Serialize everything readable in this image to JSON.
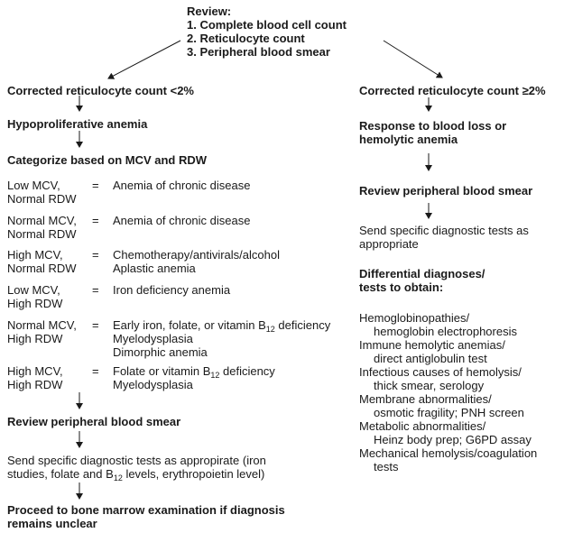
{
  "review": {
    "title": "Review:",
    "items": [
      "1. Complete blood cell count",
      "2. Reticulocyte count",
      "3. Peripheral blood smear"
    ]
  },
  "left": {
    "header": "Corrected reticulocyte count <2%",
    "step1": "Hypoproliferative anemia",
    "step2": "Categorize based on MCV and RDW",
    "categories": [
      {
        "term1": "Low MCV,",
        "term2": "Normal RDW",
        "eq": "=",
        "desc": [
          "Anemia of chronic disease"
        ]
      },
      {
        "term1": "Normal MCV,",
        "term2": "Normal RDW",
        "eq": "=",
        "desc": [
          "Anemia of chronic disease"
        ]
      },
      {
        "term1": "High MCV,",
        "term2": "Normal RDW",
        "eq": "=",
        "desc": [
          "Chemotherapy/antivirals/alcohol",
          "Aplastic anemia"
        ]
      },
      {
        "term1": "Low MCV,",
        "term2": "High RDW",
        "eq": "=",
        "desc": [
          "Iron deficiency anemia"
        ]
      },
      {
        "term1": "Normal MCV,",
        "term2": "High RDW",
        "eq": "=",
        "desc_pre": "Early iron, folate, or vitamin B",
        "desc_sub": "12",
        "desc_post": " deficiency",
        "desc": [
          "Myelodysplasia",
          "Dimorphic anemia"
        ]
      },
      {
        "term1": "High MCV,",
        "term2": "High RDW",
        "eq": "=",
        "desc_pre": "Folate or vitamin B",
        "desc_sub": "12",
        "desc_post": " deficiency",
        "desc": [
          "Myelodysplasia"
        ]
      }
    ],
    "review_smear": "Review peripheral blood smear",
    "send_tests_1_pre": "Send specific diagnostic tests as appropirate (iron",
    "send_tests_2_pre": "studies, folate and B",
    "send_tests_2_sub": "12",
    "send_tests_2_post": " levels, erythropoietin level)",
    "bone_marrow_1": "Proceed to bone marrow examination if diagnosis",
    "bone_marrow_2": "remains unclear"
  },
  "right": {
    "header": "Corrected reticulocyte count ≥2%",
    "step1_1": "Response to blood loss or",
    "step1_2": "hemolytic anemia",
    "review_smear": "Review peripheral blood smear",
    "send_tests_1": "Send specific diagnostic tests as",
    "send_tests_2": "appropriate",
    "diff_title_1": "Differential diagnoses/",
    "diff_title_2": "tests to obtain:",
    "diff_items": [
      {
        "main": "Hemoglobinopathies/",
        "sub": "hemoglobin electrophoresis"
      },
      {
        "main": "Immune hemolytic anemias/",
        "sub": "direct antiglobulin test"
      },
      {
        "main": "Infectious causes of hemolysis/",
        "sub": "thick smear, serology"
      },
      {
        "main": "Membrane abnormalities/",
        "sub": "osmotic fragility; PNH screen"
      },
      {
        "main": "Metabolic abnormalities/",
        "sub": "Heinz body prep; G6PD assay"
      },
      {
        "main": "Mechanical hemolysis/coagulation",
        "sub": "tests"
      }
    ]
  }
}
